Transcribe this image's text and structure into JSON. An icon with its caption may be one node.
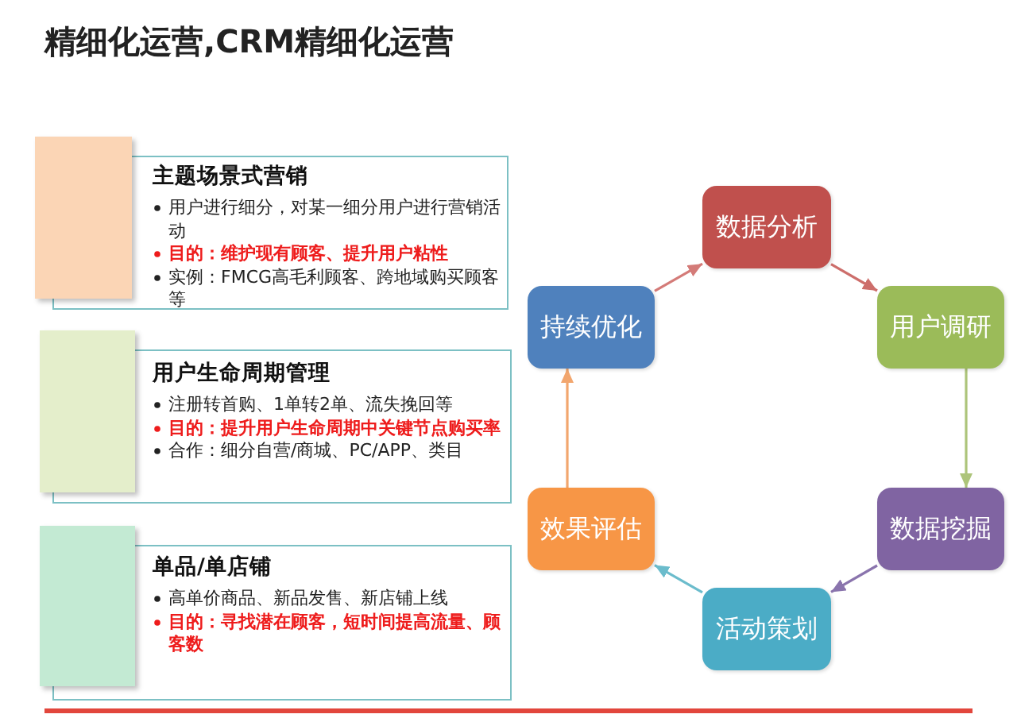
{
  "diagram": {
    "title": "精细化运营,CRM精细化运营",
    "nodes": [
      {
        "text": [
          "主题场景式营销",
          "用户进行细分，对某一细分用户进行营销活动",
          "目的：维护现有顾客、提升用户粘性",
          "实例：FMCG高毛利顾客、跨地域购买顾客等"
        ]
      },
      {
        "text": [],
        "shape": "box",
        "in": 0
      },
      {
        "text": [
          "用户生命周期管理",
          "注册转首购、1单转2单、流失挽回等",
          "目的：提升用户生命周期中关键节点购买率",
          "合作：细分自营/商城、PC/APP、类目"
        ]
      },
      {
        "text": [],
        "shape": "box",
        "in": 2
      },
      {
        "text": [
          "单品/单店铺",
          "高单价商品、新品发售、新店铺上线",
          "目的：寻找潜在顾客，短时间提高流量、顾客数"
        ]
      },
      {
        "text": [],
        "shape": "box",
        "in": 4
      },
      {
        "text": [
          "数据分析"
        ]
      },
      {
        "text": [
          "用户调研"
        ]
      },
      {
        "text": [
          "数据挖掘"
        ]
      },
      {
        "text": [
          "活动策划"
        ]
      },
      {
        "text": [
          "效果评估"
        ]
      },
      {
        "text": [
          "持续优化"
        ]
      }
    ],
    "edges": [
      {
        "from": 11,
        "to": 6,
        "arrow": "to",
        "color": "#d47b78"
      },
      {
        "from": 6,
        "to": 7,
        "arrow": "to",
        "color": "#cd6e6b"
      },
      {
        "from": 7,
        "to": 8,
        "arrow": "to",
        "color": "#adc47a"
      },
      {
        "from": 8,
        "to": 9,
        "arrow": "to",
        "color": "#8a74ad"
      },
      {
        "from": 9,
        "to": 10,
        "arrow": "to",
        "color": "#6bbccc"
      },
      {
        "from": 10,
        "to": 11,
        "arrow": "to",
        "color": "#f2a66e"
      }
    ]
  }
}
